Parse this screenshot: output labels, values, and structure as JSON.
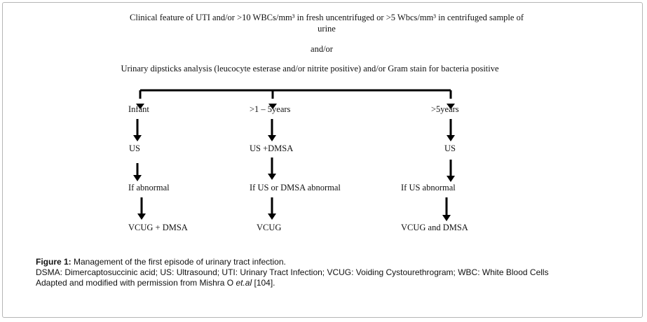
{
  "header": {
    "line1": "Clinical feature of UTI and/or >10 WBCs/mm³ in fresh uncentrifuged or >5 Wbcs/mm³ in centrifuged sample  of",
    "line2": "urine",
    "andor": "and/or",
    "line3": "Urinary dipsticks analysis (leucocyte esterase and/or nitrite positive) and/or Gram stain for bacteria positive"
  },
  "columns": [
    {
      "age": "Infant",
      "test": "US",
      "condition": "If abnormal",
      "result": "VCUG + DMSA"
    },
    {
      "age": ">1 – 5years",
      "test": "US +DMSA",
      "condition": "If US or DMSA abnormal",
      "result": "VCUG"
    },
    {
      "age": ">5years",
      "test": "US",
      "condition": "If US abnormal",
      "result": "VCUG and DMSA"
    }
  ],
  "caption": {
    "figure_label": "Figure 1:",
    "figure_title": " Management of the first episode of urinary tract infection.",
    "abbreviations": "DSMA: Dimercaptosuccinic acid; US: Ultrasound; UTI: Urinary Tract Infection; VCUG: Voiding Cystourethrogram; WBC: White Blood Cells",
    "source_prefix": "Adapted and modified with permission from Mishra O ",
    "source_italic": "et.al",
    "source_suffix": " [104]."
  }
}
